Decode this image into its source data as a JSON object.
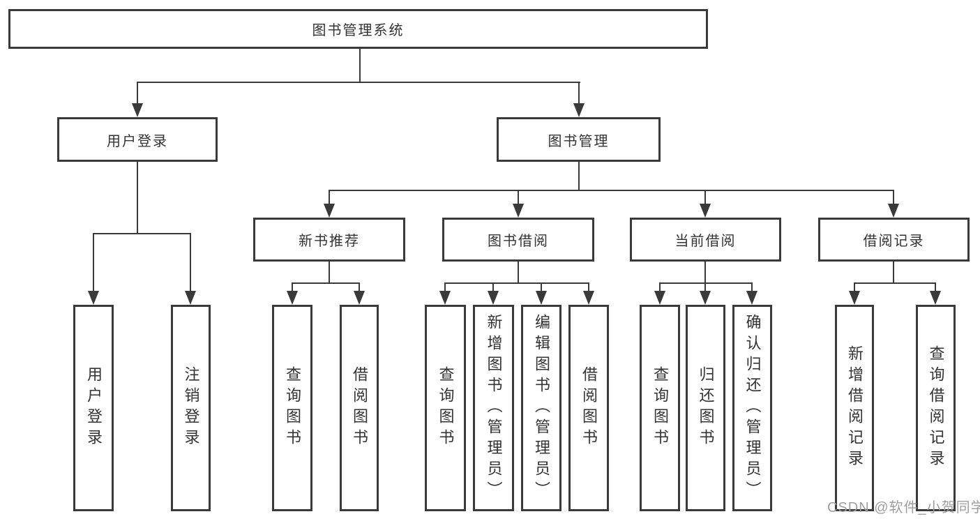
{
  "diagram": {
    "type": "tree",
    "title": "图书管理系统",
    "colors": {
      "line": "#3a3a3a",
      "text": "#333333",
      "box_background": "#ffffff",
      "watermark": "#9e9e9e"
    },
    "nodes": {
      "root": "图书管理系统",
      "user_login": "用户登录",
      "book_mgmt": "图书管理",
      "new_books": "新书推荐",
      "book_borrow": "图书借阅",
      "current_borrow": "当前借阅",
      "borrow_records": "借阅记录",
      "user_login_leaf": "用户登录",
      "logout_leaf": "注销登录",
      "nb_query": "查询图书",
      "nb_borrow": "借阅图书",
      "bb_query": "查询图书",
      "bb_add": "新增图书（管理员）",
      "bb_edit": "编辑图书（管理员）",
      "bb_borrow": "借阅图书",
      "cb_query": "查询图书",
      "cb_return": "归还图书",
      "cb_confirm": "确认归还（管理员）",
      "br_add": "新增借阅记录",
      "br_query": "查询借阅记录"
    },
    "hierarchy": {
      "图书管理系统": {
        "用户登录": [
          "用户登录",
          "注销登录"
        ],
        "图书管理": {
          "新书推荐": [
            "查询图书",
            "借阅图书"
          ],
          "图书借阅": [
            "查询图书",
            "新增图书（管理员）",
            "编辑图书（管理员）",
            "借阅图书"
          ],
          "当前借阅": [
            "查询图书",
            "归还图书",
            "确认归还（管理员）"
          ],
          "借阅记录": [
            "新增借阅记录",
            "查询借阅记录"
          ]
        }
      }
    },
    "watermark": "CSDN @软件_小贺同学"
  }
}
